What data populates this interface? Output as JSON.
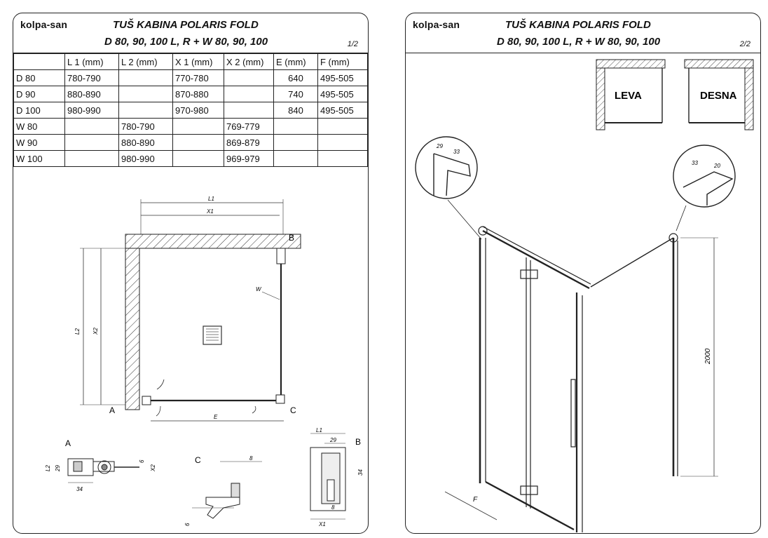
{
  "brand": "kolpa-san",
  "page1": {
    "title_line1": "TUŠ KABINA POLARIS FOLD",
    "title_line2": "D 80, 90, 100 L, R + W 80, 90, 100",
    "page_number": "1/2",
    "table": {
      "headers": [
        "",
        "L 1 (mm)",
        "L 2 (mm)",
        "X 1 (mm)",
        "X 2 (mm)",
        "E  (mm)",
        "F  (mm)"
      ],
      "rows": [
        [
          "D 80",
          "780-790",
          "",
          "770-780",
          "",
          "640",
          "495-505"
        ],
        [
          "D 90",
          "880-890",
          "",
          "870-880",
          "",
          "740",
          "495-505"
        ],
        [
          "D 100",
          "980-990",
          "",
          "970-980",
          "",
          "840",
          "495-505"
        ],
        [
          "W 80",
          "",
          "780-790",
          "",
          "769-779",
          "",
          ""
        ],
        [
          "W 90",
          "",
          "880-890",
          "",
          "869-879",
          "",
          ""
        ],
        [
          "W 100",
          "",
          "980-990",
          "",
          "969-979",
          "",
          ""
        ]
      ]
    },
    "plan_labels": {
      "l1": "L1",
      "x1": "X1",
      "l2": "L2",
      "x2": "X2",
      "w": "W",
      "e": "E",
      "a": "A",
      "b": "B",
      "c": "C"
    },
    "detail_a": {
      "label": "A",
      "dims": [
        "L2",
        "29",
        "34",
        "6",
        "X2"
      ]
    },
    "detail_b": {
      "label": "B",
      "dims": [
        "L1",
        "29",
        "34",
        "8",
        "X1"
      ]
    },
    "detail_c": {
      "label": "C",
      "dims": [
        "8",
        "6"
      ]
    }
  },
  "page2": {
    "title_line1": "TUŠ KABINA POLARIS FOLD",
    "title_line2": "D 80, 90, 100 L, R + W 80, 90, 100",
    "page_number": "2/2",
    "leva": "LEVA",
    "desna": "DESNA",
    "height": "2000",
    "f_label": "F",
    "detail_left_dims": [
      "29",
      "33"
    ],
    "detail_right_dims": [
      "33",
      "20"
    ]
  }
}
